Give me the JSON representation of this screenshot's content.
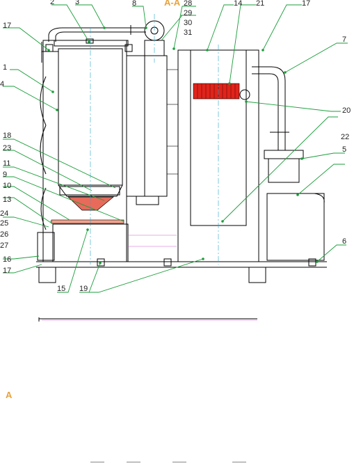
{
  "drawing": {
    "section_label": "A-A",
    "view_marker": "A",
    "colors": {
      "outline": "#000000",
      "leader": "#1a9e3a",
      "centerline": "#2aa6c8",
      "hidden": "#d05dd0",
      "heater_coil": "#e0241b",
      "section_mark": "#e8a23a"
    },
    "labels": {
      "l1": "1",
      "l2": "2",
      "l3": "3",
      "l4": "4",
      "l5": "5",
      "l6": "6",
      "l7": "7",
      "l8": "8",
      "l9": "9",
      "l10": "10",
      "l11": "11",
      "l13": "13",
      "l14": "14",
      "l15": "15",
      "l16": "16",
      "l17a": "17",
      "l17b": "17",
      "l17c": "17",
      "l18": "18",
      "l19": "19",
      "l20": "20",
      "l21": "21",
      "l22": "22",
      "l23": "23",
      "l24": "24",
      "l25": "25",
      "l26": "26",
      "l27": "27",
      "l28": "28",
      "l29": "29",
      "l30": "30",
      "l31": "31"
    }
  }
}
